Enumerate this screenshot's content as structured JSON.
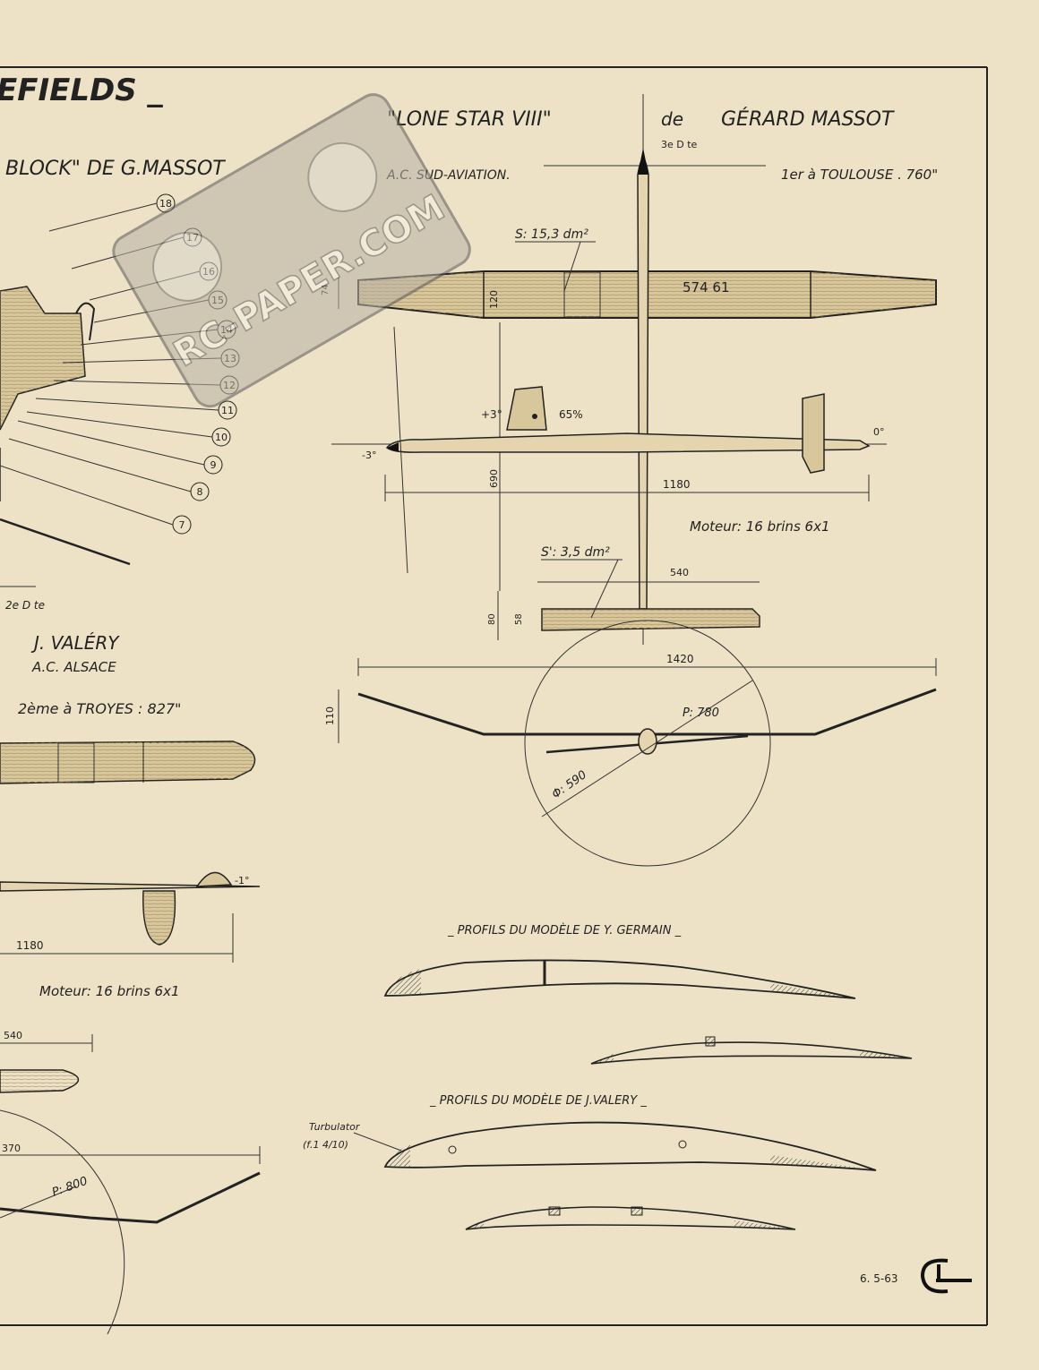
{
  "header": {
    "wakefields_title": "EFIELDS _",
    "left_model_title": "BLOCK\" DE G.MASSOT"
  },
  "lone_star": {
    "title": "\"LONE STAR VIII\"",
    "de": "de",
    "author": "GÉRARD MASSOT",
    "class_mark": "3e D te",
    "club": "A.C. SUD-AVIATION.",
    "result": "1er à TOULOUSE . 760\"",
    "wing_area": "S: 15,3 dm²",
    "wing_reg": "574 61",
    "wing_chord": "120",
    "wing_root_dim": "74",
    "dihedral_plus": "+3°",
    "dihedral_minus": "-3°",
    "percent_cg": "65%",
    "zero_deg": "0°",
    "fuselage_dim": "690",
    "length": "1180",
    "motor": "Moteur: 16 brins 6x1",
    "stab_area": "S': 3,5 dm²",
    "stab_span": "540",
    "stab_chord": "80",
    "stab_chord2": "58",
    "span": "1420",
    "dihedral_height": "110",
    "prop_pitch": "P: 780",
    "prop_diam": "Φ: 590"
  },
  "valery": {
    "class_mark": "2e D te",
    "author": "J. VALÉRY",
    "club": "A.C. ALSACE",
    "result": "2ème à TROYES : 827\"",
    "stab_angle": "-1°",
    "length": "1180",
    "motor": "Moteur: 16 brins 6x1",
    "stab_span": "540",
    "span_partial": "370",
    "prop_pitch": "P: 800"
  },
  "parts": {
    "callouts": [
      "18",
      "17",
      "16",
      "15",
      "14",
      "13",
      "12",
      "11",
      "10",
      "9",
      "8",
      "7"
    ]
  },
  "profiles": {
    "germain_title": "_ PROFILS DU MODÈLE DE Y. GERMAIN _",
    "valery_title": "_ PROFILS DU MODÈLE DE J.VALERY _",
    "turbulator": "Turbulator",
    "turbulator_spec": "(f.1 4/10)"
  },
  "watermark": "RC-PAPER.COM",
  "footer": {
    "date": "6. 5-63"
  }
}
